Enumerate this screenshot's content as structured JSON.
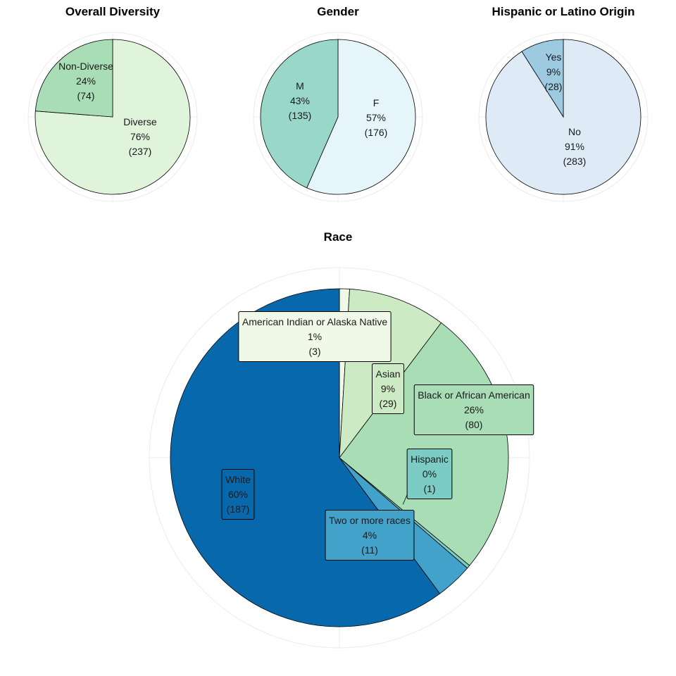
{
  "chart_data": [
    {
      "type": "pie",
      "title": "Overall Diversity",
      "slices": [
        {
          "label": "Diverse",
          "percent": "76%",
          "count": "(237)",
          "value": 237,
          "color": "#e0f3db"
        },
        {
          "label": "Non-Diverse",
          "percent": "24%",
          "count": "(74)",
          "value": 74,
          "color": "#a8ddb5"
        }
      ]
    },
    {
      "type": "pie",
      "title": "Gender",
      "slices": [
        {
          "label": "F",
          "percent": "57%",
          "count": "(176)",
          "value": 176,
          "color": "#e5f5f9"
        },
        {
          "label": "M",
          "percent": "43%",
          "count": "(135)",
          "value": 135,
          "color": "#99d8c9"
        }
      ]
    },
    {
      "type": "pie",
      "title": "Hispanic or Latino Origin",
      "slices": [
        {
          "label": "No",
          "percent": "91%",
          "count": "(283)",
          "value": 283,
          "color": "#deebf7"
        },
        {
          "label": "Yes",
          "percent": "9%",
          "count": "(28)",
          "value": 28,
          "color": "#9ecae1"
        }
      ]
    },
    {
      "type": "pie",
      "title": "Race",
      "slices": [
        {
          "label": "American Indian or Alaska Native",
          "percent": "1%",
          "count": "(3)",
          "value": 3,
          "color": "#f0f9e8"
        },
        {
          "label": "Asian",
          "percent": "9%",
          "count": "(29)",
          "value": 29,
          "color": "#ccebc5"
        },
        {
          "label": "Black or African American",
          "percent": "26%",
          "count": "(80)",
          "value": 80,
          "color": "#a8ddb5"
        },
        {
          "label": "Hispanic",
          "percent": "0%",
          "count": "(1)",
          "value": 1,
          "color": "#7bccc4"
        },
        {
          "label": "Two or more races",
          "percent": "4%",
          "count": "(11)",
          "value": 11,
          "color": "#43a2ca"
        },
        {
          "label": "White",
          "percent": "60%",
          "count": "(187)",
          "value": 187,
          "color": "#0868ac"
        }
      ]
    }
  ]
}
